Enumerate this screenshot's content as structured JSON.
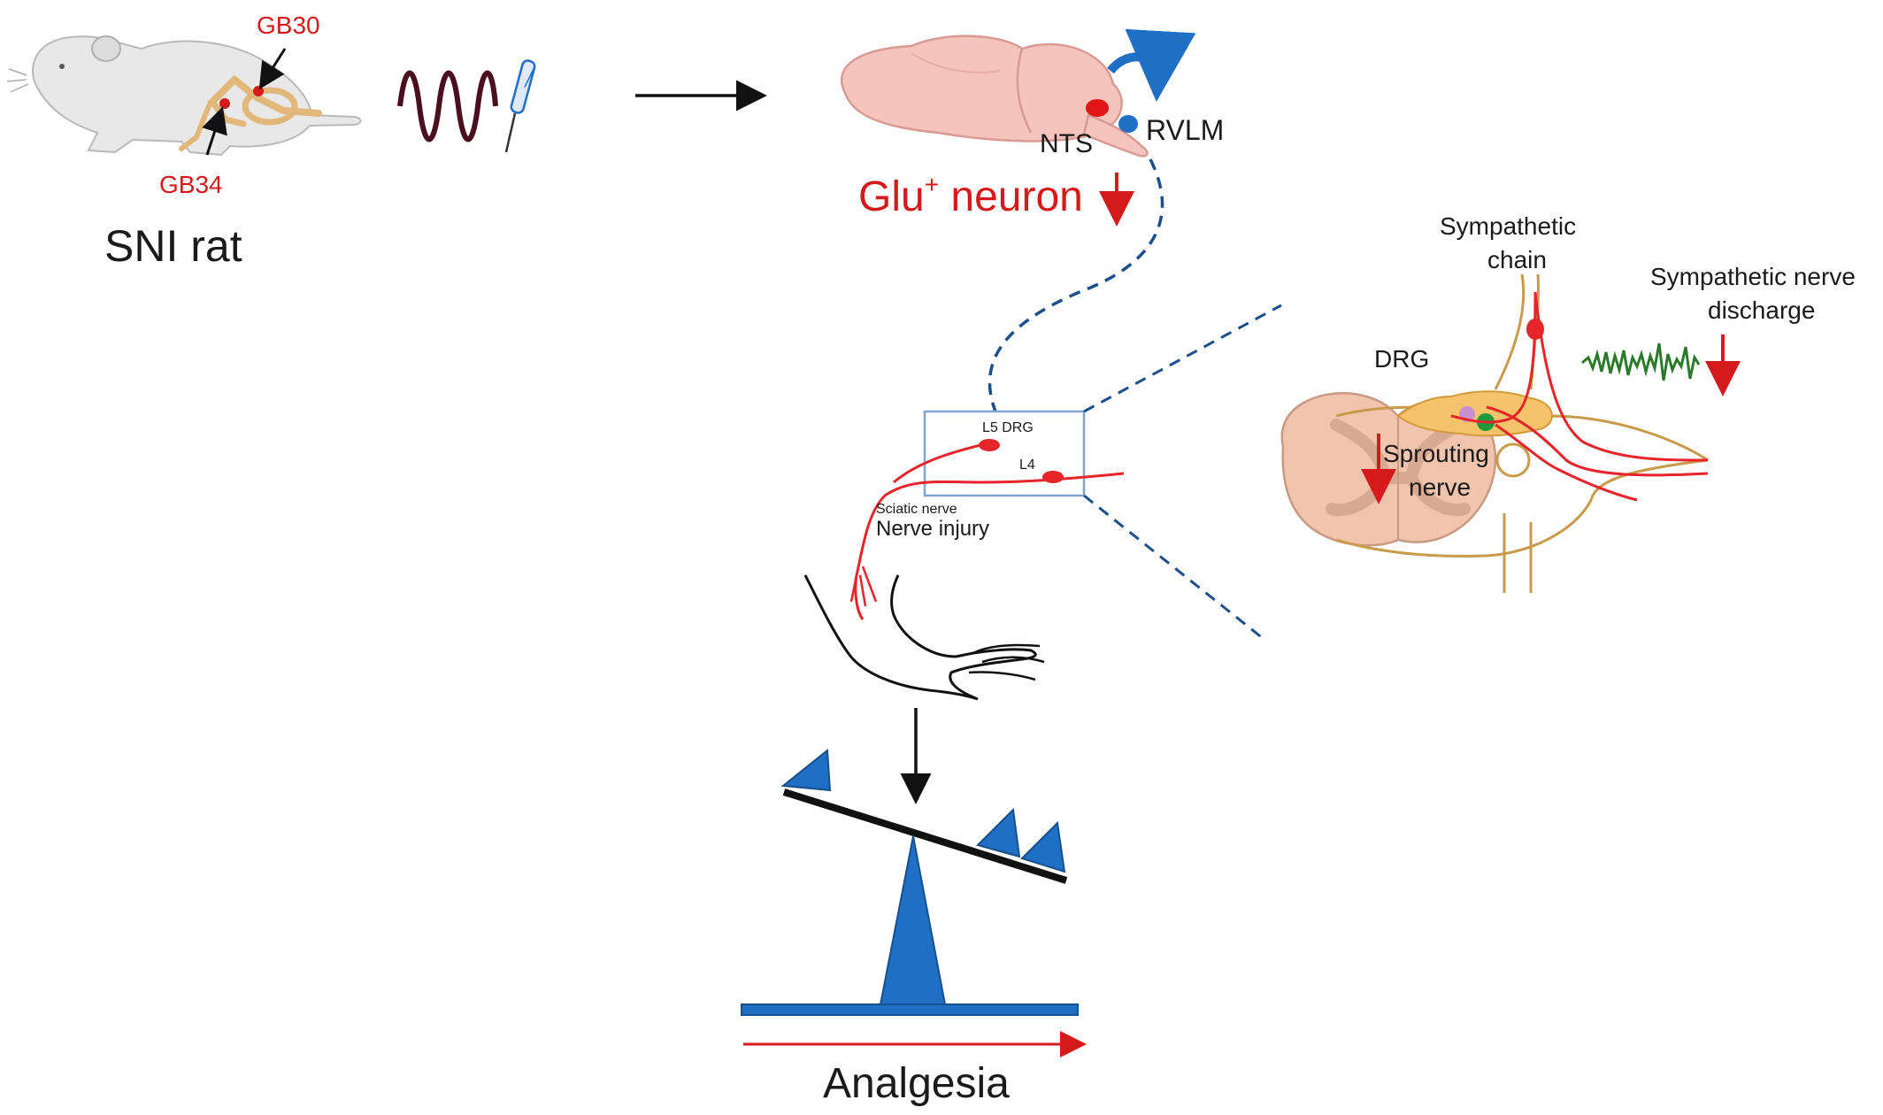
{
  "rat": {
    "caption": "SNI rat",
    "acupoint_upper": "GB30",
    "acupoint_lower": "GB34"
  },
  "brain": {
    "nts_label": "NTS",
    "rvlm_label": "RVLM",
    "neuron_label_prefix": "Glu",
    "neuron_label_sup": "+",
    "neuron_label_suffix": " neuron"
  },
  "injury": {
    "l5_label": "L5 DRG",
    "l4_label": "L4",
    "sciatic_label": "Sciatic nerve",
    "injury_label": "Nerve injury"
  },
  "spinal": {
    "sympathetic_chain_line1": "Sympathetic",
    "sympathetic_chain_line2": "chain",
    "discharge_line1": "Sympathetic nerve",
    "discharge_line2": "discharge",
    "drg_label": "DRG",
    "sprouting_line1": "Sprouting",
    "sprouting_line2": "nerve"
  },
  "outcome": {
    "label": "Analgesia"
  },
  "colors": {
    "red": "#d41a1a",
    "blue": "#1f6fc4",
    "navy": "#1c4f8c",
    "brain_pink": "#f5c5bd",
    "nerve_tan": "#c99a4a",
    "emg_green": "#2a7a2a",
    "wave_maroon": "#4a1020"
  }
}
